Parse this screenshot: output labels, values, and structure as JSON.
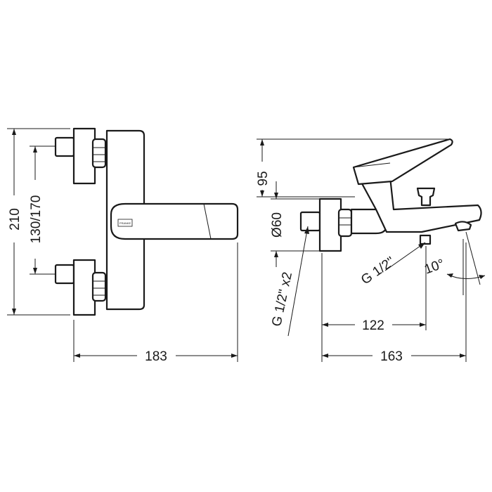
{
  "front_view": {
    "width_label": "183",
    "height_label": "210",
    "inlet_spacing_label": "130/170",
    "brand_mark": "FRANKE"
  },
  "side_view": {
    "depth_label": "163",
    "spout_offset_label": "122",
    "handle_height_label": "95",
    "escutcheon_label": "Ø60",
    "inlet_thread_label": "G 1/2\" x2",
    "outlet_thread_label": "G 1/2\"",
    "angle_label": "10°"
  }
}
